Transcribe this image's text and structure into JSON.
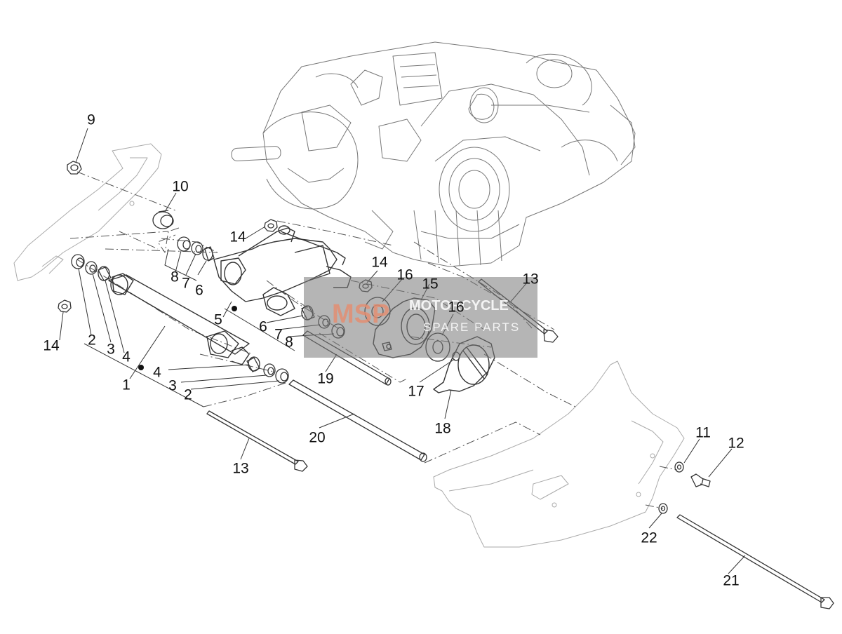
{
  "callouts": [
    {
      "id": "c9",
      "text": "9"
    },
    {
      "id": "c10",
      "text": "10"
    },
    {
      "id": "c14a",
      "text": "14"
    },
    {
      "id": "c14b",
      "text": "14"
    },
    {
      "id": "c14c",
      "text": "14"
    },
    {
      "id": "c8a",
      "text": "8"
    },
    {
      "id": "c7a",
      "text": "7"
    },
    {
      "id": "c6a",
      "text": "6"
    },
    {
      "id": "c16a",
      "text": "16"
    },
    {
      "id": "c15",
      "text": "15"
    },
    {
      "id": "c13a",
      "text": "13"
    },
    {
      "id": "c5",
      "text": "5"
    },
    {
      "id": "c16b",
      "text": "16"
    },
    {
      "id": "c6b",
      "text": "6"
    },
    {
      "id": "c7b",
      "text": "7"
    },
    {
      "id": "c8b",
      "text": "8"
    },
    {
      "id": "c2a",
      "text": "2"
    },
    {
      "id": "c3a",
      "text": "3"
    },
    {
      "id": "c4a",
      "text": "4"
    },
    {
      "id": "c1",
      "text": "1"
    },
    {
      "id": "c4b",
      "text": "4"
    },
    {
      "id": "c3b",
      "text": "3"
    },
    {
      "id": "c2b",
      "text": "2"
    },
    {
      "id": "c19",
      "text": "19"
    },
    {
      "id": "c17",
      "text": "17"
    },
    {
      "id": "c18",
      "text": "18"
    },
    {
      "id": "c20",
      "text": "20"
    },
    {
      "id": "c13b",
      "text": "13"
    },
    {
      "id": "c11",
      "text": "11"
    },
    {
      "id": "c12",
      "text": "12"
    },
    {
      "id": "c22",
      "text": "22"
    },
    {
      "id": "c21",
      "text": "21"
    }
  ],
  "watermark": {
    "logo": "MSP",
    "line1": "MOTORCYCLE",
    "line2": "SPARE PARTS"
  }
}
